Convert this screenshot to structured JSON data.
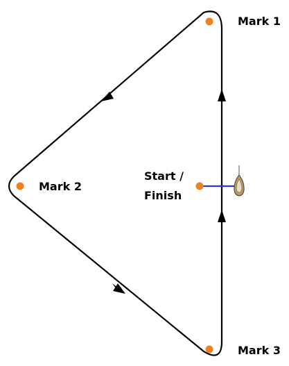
{
  "marks": [
    {
      "id": "mark-1",
      "label": "Mark 1"
    },
    {
      "id": "mark-2",
      "label": "Mark 2"
    },
    {
      "id": "mark-3",
      "label": "Mark 3"
    }
  ],
  "start_finish": {
    "line1": "Start /",
    "line2": "Finish"
  },
  "colors": {
    "mark": "#f07f1e",
    "course_line": "#000000",
    "start_line": "#2b35c8",
    "boat_hull": "#b89a6a",
    "boat_deck": "#e6dcc8"
  },
  "icons": {
    "boat": "sailboat-icon",
    "mark": "buoy-dot-icon"
  }
}
